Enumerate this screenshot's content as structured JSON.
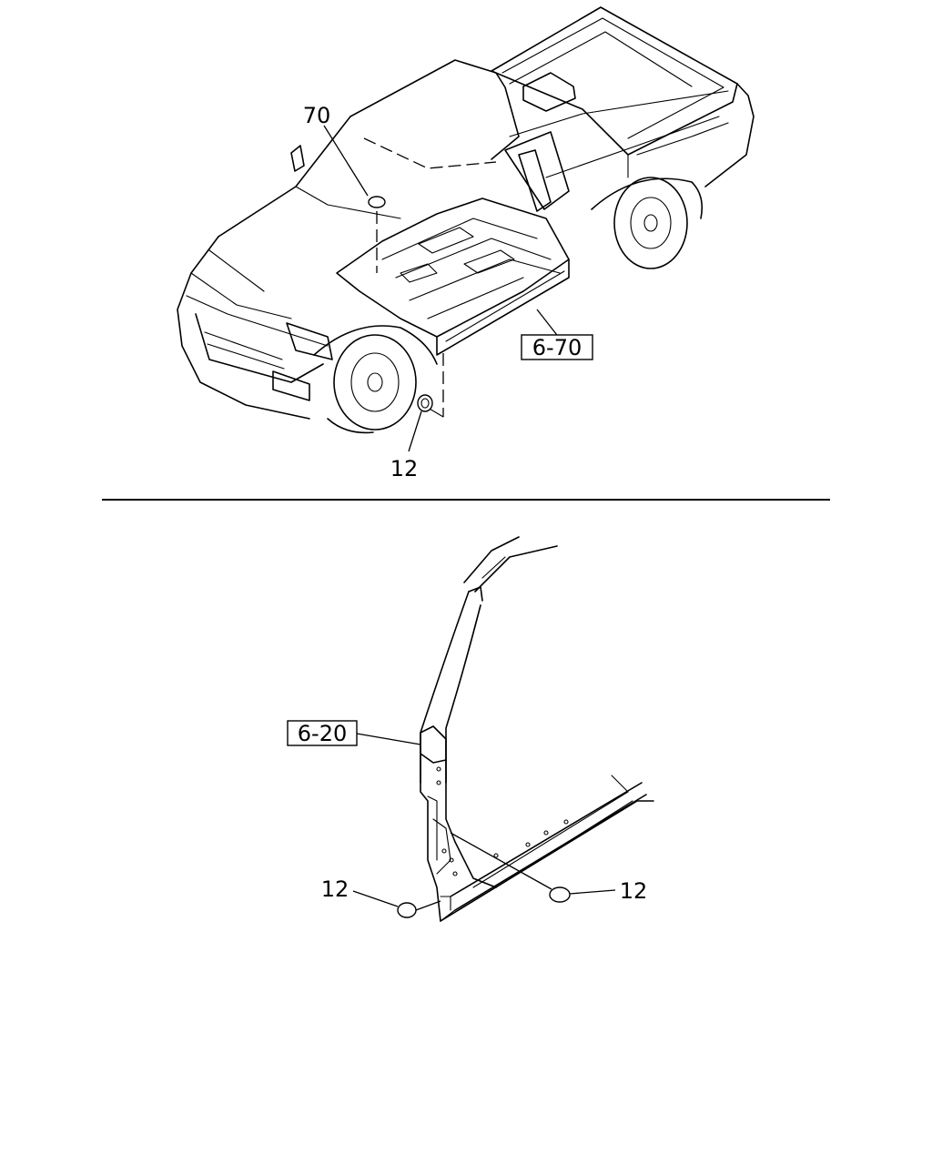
{
  "upper_view": {
    "callouts": {
      "part_70": "70",
      "part_12": "12",
      "ref_6_70": "6-70"
    }
  },
  "lower_view": {
    "callouts": {
      "ref_6_20": "6-20",
      "part_12_left": "12",
      "part_12_right": "12"
    }
  }
}
